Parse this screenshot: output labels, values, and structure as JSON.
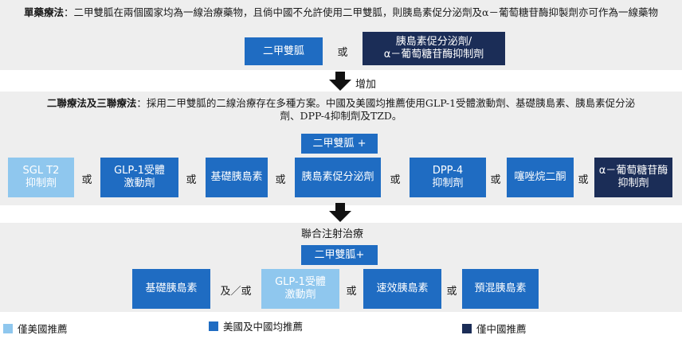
{
  "colors": {
    "light": "#8fc7ee",
    "mid": "#1f6cc2",
    "dark": "#1b2d57",
    "band": "#eeeeee"
  },
  "mono": {
    "title": "單藥療法",
    "desc": "：二甲雙胍在兩個國家均為一線治療藥物，且倘中國不允許使用二甲雙胍，則胰島素促分泌劑及α－葡萄糖苷酶抑製劑亦可作為一線藥物",
    "box_metformin": "二甲雙胍",
    "or": "或",
    "box_alt_line1": "胰島素促分泌劑/",
    "box_alt_line2": "α－葡萄糖苷酶抑制劑"
  },
  "arrow1_label": "增加",
  "combo": {
    "title": "二聯療法及三聯療法",
    "desc": "：採用二甲雙胍的二線治療存在多種方案。中國及美國均推薦使用GLP-1受體激動劑、基礎胰島素、胰島素促分泌劑、DPP-4抑制劑及TZD。",
    "metformin_plus": "二甲雙胍 +",
    "options": [
      {
        "l1": "SGL T2",
        "l2": "抑制劑"
      },
      {
        "l1": "GLP-1受體",
        "l2": "激動劑"
      },
      {
        "l1": "基礎胰島素",
        "l2": ""
      },
      {
        "l1": "胰島素促分泌劑",
        "l2": ""
      },
      {
        "l1": "DPP-4",
        "l2": "抑制劑"
      },
      {
        "l1": "噻唑烷二酮",
        "l2": ""
      },
      {
        "l1": "α－葡萄糖苷酶",
        "l2": "抑制劑"
      }
    ],
    "or": "或"
  },
  "injection": {
    "label": "聯合注射治療",
    "metformin_plus": "二甲雙胍+",
    "options": [
      {
        "l1": "基礎胰島素",
        "l2": ""
      },
      {
        "l1": "GLP-1受體",
        "l2": "激動劑"
      },
      {
        "l1": "速效胰島素",
        "l2": ""
      },
      {
        "l1": "預混胰島素",
        "l2": ""
      }
    ],
    "and_or": "及／或",
    "or": "或"
  },
  "legend": {
    "us_only": "僅美國推薦",
    "us_china": "美國及中國均推薦",
    "china_only": "僅中國推薦"
  }
}
